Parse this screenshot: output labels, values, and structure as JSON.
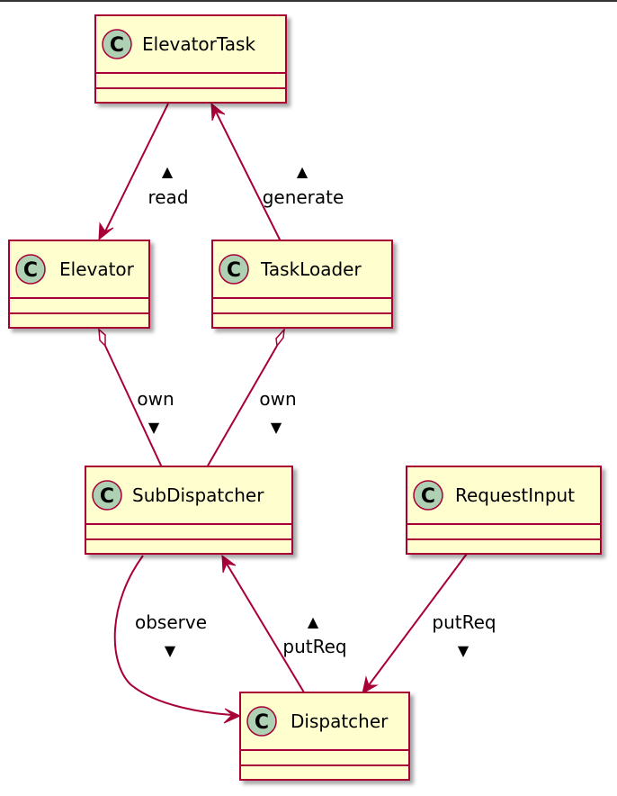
{
  "colors": {
    "class_fill": "#FEFECE",
    "class_border": "#A80036",
    "edge": "#A80036",
    "spot_fill": "#ADD1B2",
    "shadow": "#CCCCCC"
  },
  "spot_letter": "C",
  "classes": [
    {
      "id": "ElevatorTask",
      "name": "ElevatorTask"
    },
    {
      "id": "Elevator",
      "name": "Elevator"
    },
    {
      "id": "TaskLoader",
      "name": "TaskLoader"
    },
    {
      "id": "SubDispatcher",
      "name": "SubDispatcher"
    },
    {
      "id": "RequestInput",
      "name": "RequestInput"
    },
    {
      "id": "Dispatcher",
      "name": "Dispatcher"
    }
  ],
  "relations": [
    {
      "from": "ElevatorTask",
      "to": "Elevator",
      "kind": "arrow",
      "label": "read",
      "direction_glyph": "▲"
    },
    {
      "from": "TaskLoader",
      "to": "ElevatorTask",
      "kind": "arrow",
      "label": "generate",
      "direction_glyph": "▲"
    },
    {
      "from": "Elevator",
      "to": "SubDispatcher",
      "kind": "aggregation",
      "label": "own",
      "direction_glyph": "▼"
    },
    {
      "from": "TaskLoader",
      "to": "SubDispatcher",
      "kind": "aggregation",
      "label": "own",
      "direction_glyph": "▼"
    },
    {
      "from": "SubDispatcher",
      "to": "Dispatcher",
      "kind": "arrow",
      "label": "observe",
      "direction_glyph": "▼"
    },
    {
      "from": "Dispatcher",
      "to": "SubDispatcher",
      "kind": "arrow",
      "label": "putReq",
      "direction_glyph": "▲"
    },
    {
      "from": "RequestInput",
      "to": "Dispatcher",
      "kind": "arrow",
      "label": "putReq",
      "direction_glyph": "▼"
    }
  ]
}
